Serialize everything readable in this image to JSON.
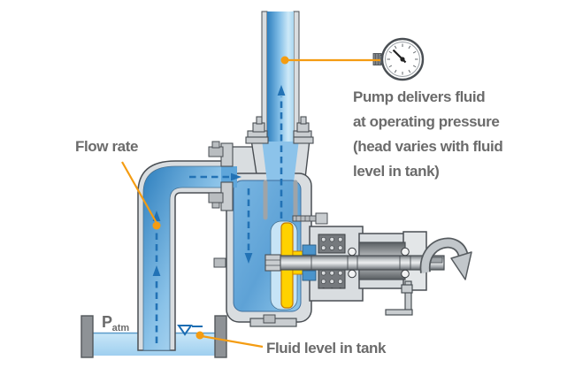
{
  "labels": {
    "flow_rate": "Flow rate",
    "pump_note_lines": [
      "Pump delivers fluid",
      "at operating pressure",
      "(head varies with fluid",
      "level in tank)"
    ],
    "fluid_level": "Fluid level in tank",
    "p_atm_base": "P",
    "p_atm_sub": "atm"
  },
  "icons": {
    "pressure_gauge": "pressure-gauge-icon",
    "rotation_arrow": "rotation-arrow-icon",
    "water_level": "water-level-icon",
    "flow_arrow": "flow-arrow-icon"
  },
  "colors": {
    "callout_orange": "#F49C12",
    "flow_arrow_blue": "#2272B5",
    "impeller_yellow": "#FFD200",
    "fluid_blue_dark": "#2E7FBE",
    "fluid_blue_light": "#D2EBFA",
    "casing_gray": "#D9DDE0",
    "outline_gray": "#4A4F54",
    "text_gray": "#6B6B6B"
  }
}
